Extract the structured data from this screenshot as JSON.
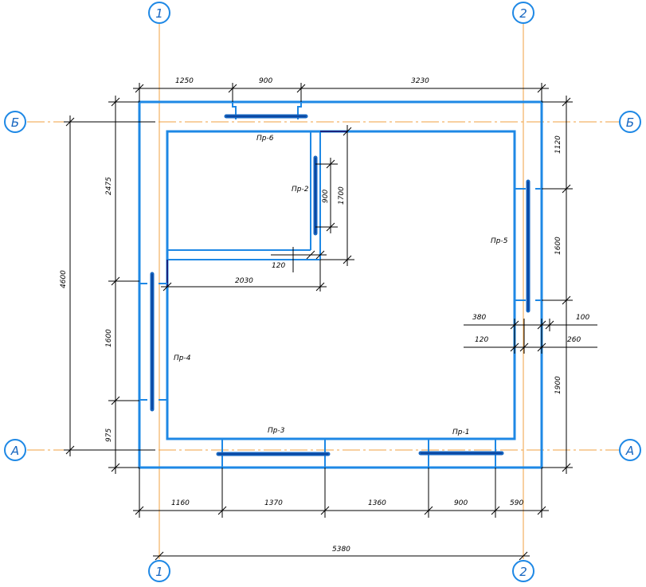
{
  "axes": {
    "vertical": [
      {
        "label": "1"
      },
      {
        "label": "2"
      }
    ],
    "horizontal": [
      {
        "label": "Б"
      },
      {
        "label": "А"
      }
    ]
  },
  "dimensions": {
    "top": [
      "1250",
      "900",
      "3230"
    ],
    "bottom": [
      "1160",
      "1370",
      "1360",
      "900",
      "590"
    ],
    "overall_bottom": "5380",
    "left_overall": "4600",
    "left_chain": [
      "2475",
      "1600",
      "975"
    ],
    "right_chain": [
      "1120",
      "1600",
      "1900"
    ],
    "inner": {
      "pr2_opening": "900",
      "pr2_zone": "1700",
      "wall_offset": "120",
      "room_width": "2030",
      "right_380": "380",
      "right_120": "120",
      "right_100": "100",
      "right_260": "260"
    }
  },
  "openings": {
    "pr1": "Пр-1",
    "pr2": "Пр-2",
    "pr3": "Пр-3",
    "pr4": "Пр-4",
    "pr5": "Пр-5",
    "pr6": "Пр-6"
  },
  "colors": {
    "axis": "#f0a040",
    "wall": "#1e88e5",
    "bubble": "#1e88e5",
    "dimension": "#000000"
  }
}
